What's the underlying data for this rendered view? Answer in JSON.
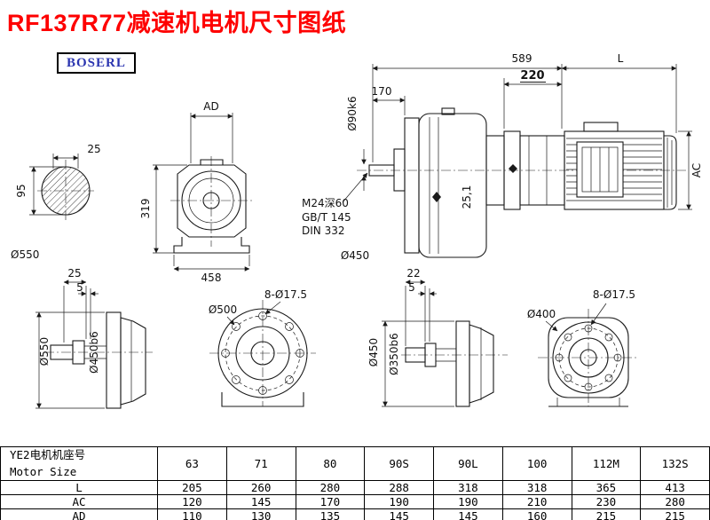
{
  "title": "RF137R77减速机电机尺寸图纸",
  "brand": "BOSERL",
  "dims": {
    "sec25": "25",
    "sec95": "95",
    "sec550": "Ø550",
    "ad": "AD",
    "h319": "319",
    "w458": "458",
    "total589": "589",
    "shaft170": "170",
    "shaft_dia": "Ø90k6",
    "thread": "M24深60",
    "std_gbt": "GB/T 145",
    "std_din": "DIN 332",
    "flange450": "Ø450",
    "key": "25,1",
    "motor220": "220",
    "motorL": "L",
    "motorAC": "AC",
    "bl25": "25",
    "bl5": "5",
    "bl550": "Ø550",
    "bl450b6": "Ø450b6",
    "fl500": "Ø500",
    "fl_holes": "8-Ø17.5",
    "bm22": "22",
    "bm5": "5",
    "bm450": "Ø450",
    "bm350b6": "Ø350b6",
    "fr400": "Ø400",
    "fr_holes": "8-Ø17.5"
  },
  "table": {
    "corner_line1": "YE2电机机座号",
    "corner_line2": "Motor Size",
    "sizes": [
      "63",
      "71",
      "80",
      "90S",
      "90L",
      "100",
      "112M",
      "132S"
    ],
    "rows": [
      {
        "label": "L",
        "values": [
          "205",
          "260",
          "280",
          "288",
          "318",
          "318",
          "365",
          "413"
        ]
      },
      {
        "label": "AC",
        "values": [
          "120",
          "145",
          "170",
          "190",
          "190",
          "210",
          "230",
          "280"
        ]
      },
      {
        "label": "AD",
        "values": [
          "110",
          "130",
          "135",
          "145",
          "145",
          "160",
          "215",
          "215"
        ]
      }
    ]
  }
}
